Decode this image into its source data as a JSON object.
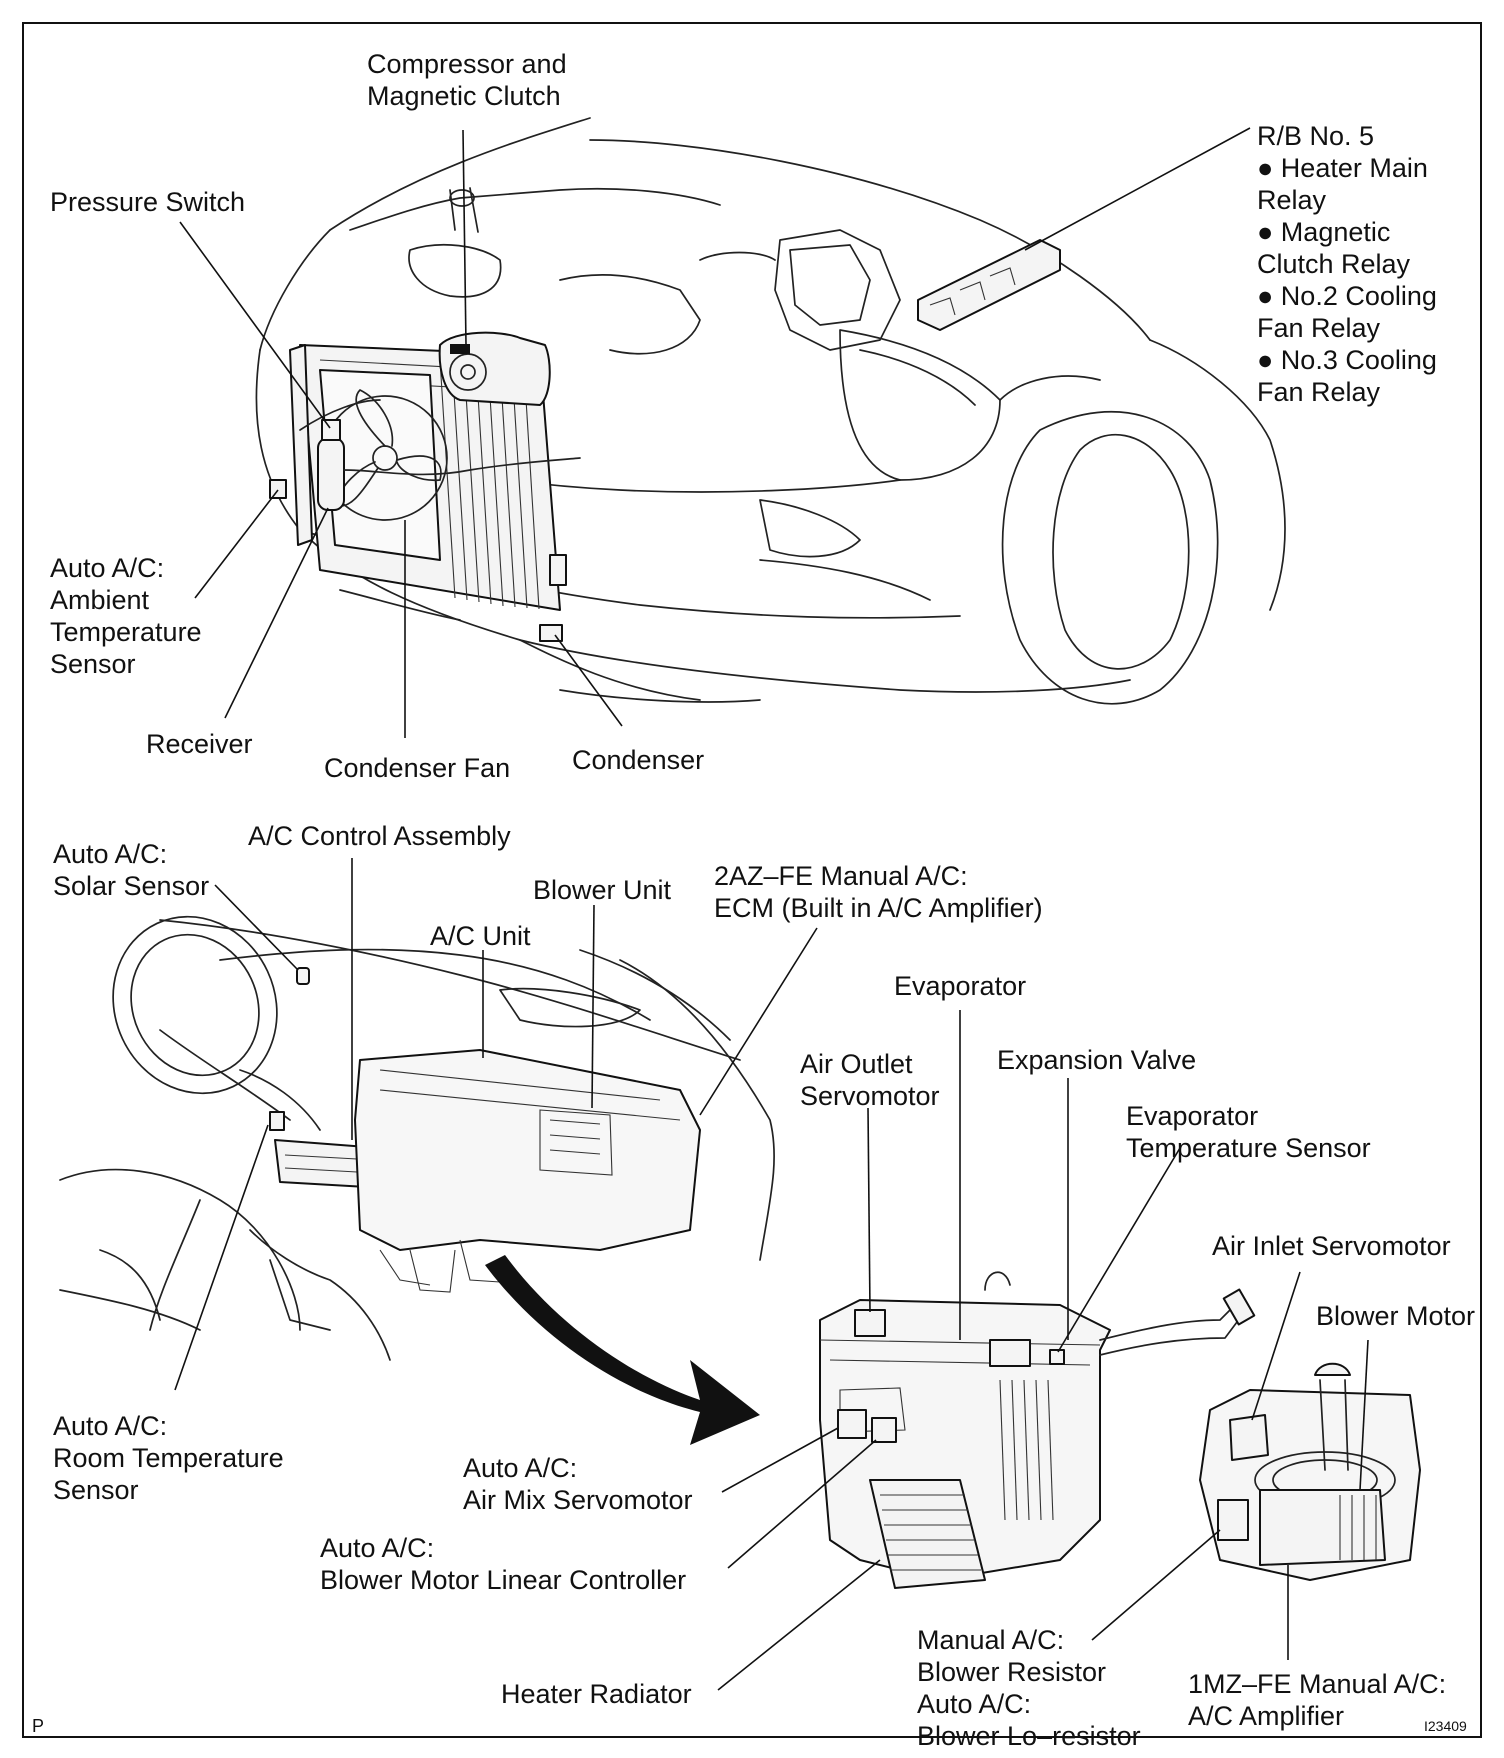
{
  "labels": {
    "compressor": [
      "Compressor and",
      "Magnetic Clutch"
    ],
    "rb_no5": [
      "R/B No. 5",
      "● Heater Main",
      "Relay",
      "● Magnetic",
      "Clutch Relay",
      "● No.2 Cooling",
      "Fan Relay",
      "● No.3 Cooling",
      "Fan Relay"
    ],
    "pressure_switch": [
      "Pressure Switch"
    ],
    "ambient_sensor": [
      "Auto A/C:",
      "Ambient",
      "Temperature",
      "Sensor"
    ],
    "receiver": [
      "Receiver"
    ],
    "condenser_fan": [
      "Condenser Fan"
    ],
    "condenser": [
      "Condenser"
    ],
    "solar_sensor": [
      "Auto A/C:",
      "Solar Sensor"
    ],
    "ac_control_assembly": [
      "A/C Control Assembly"
    ],
    "blower_unit": [
      "Blower Unit"
    ],
    "ecm": [
      "2AZ–FE Manual A/C:",
      "ECM (Built in A/C Amplifier)"
    ],
    "ac_unit": [
      "A/C Unit"
    ],
    "evaporator": [
      "Evaporator"
    ],
    "air_outlet_servomotor": [
      "Air Outlet",
      "Servomotor"
    ],
    "expansion_valve": [
      "Expansion Valve"
    ],
    "evap_temp_sensor": [
      "Evaporator",
      "Temperature Sensor"
    ],
    "air_inlet_servomotor": [
      "Air Inlet Servomotor"
    ],
    "blower_motor": [
      "Blower Motor"
    ],
    "room_temp_sensor": [
      "Auto A/C:",
      "Room Temperature",
      "Sensor"
    ],
    "air_mix_servomotor": [
      "Auto A/C:",
      "Air Mix Servomotor"
    ],
    "linear_controller": [
      "Auto A/C:",
      "Blower Motor Linear Controller"
    ],
    "heater_radiator": [
      "Heater Radiator"
    ],
    "blower_resistor": [
      "Manual A/C:",
      "Blower Resistor",
      "Auto A/C:",
      "Blower Lo–resistor"
    ],
    "amplifier_1mz": [
      "1MZ–FE Manual A/C:",
      "A/C Amplifier"
    ]
  },
  "corner_mark": "P",
  "figure_id": "I23409"
}
